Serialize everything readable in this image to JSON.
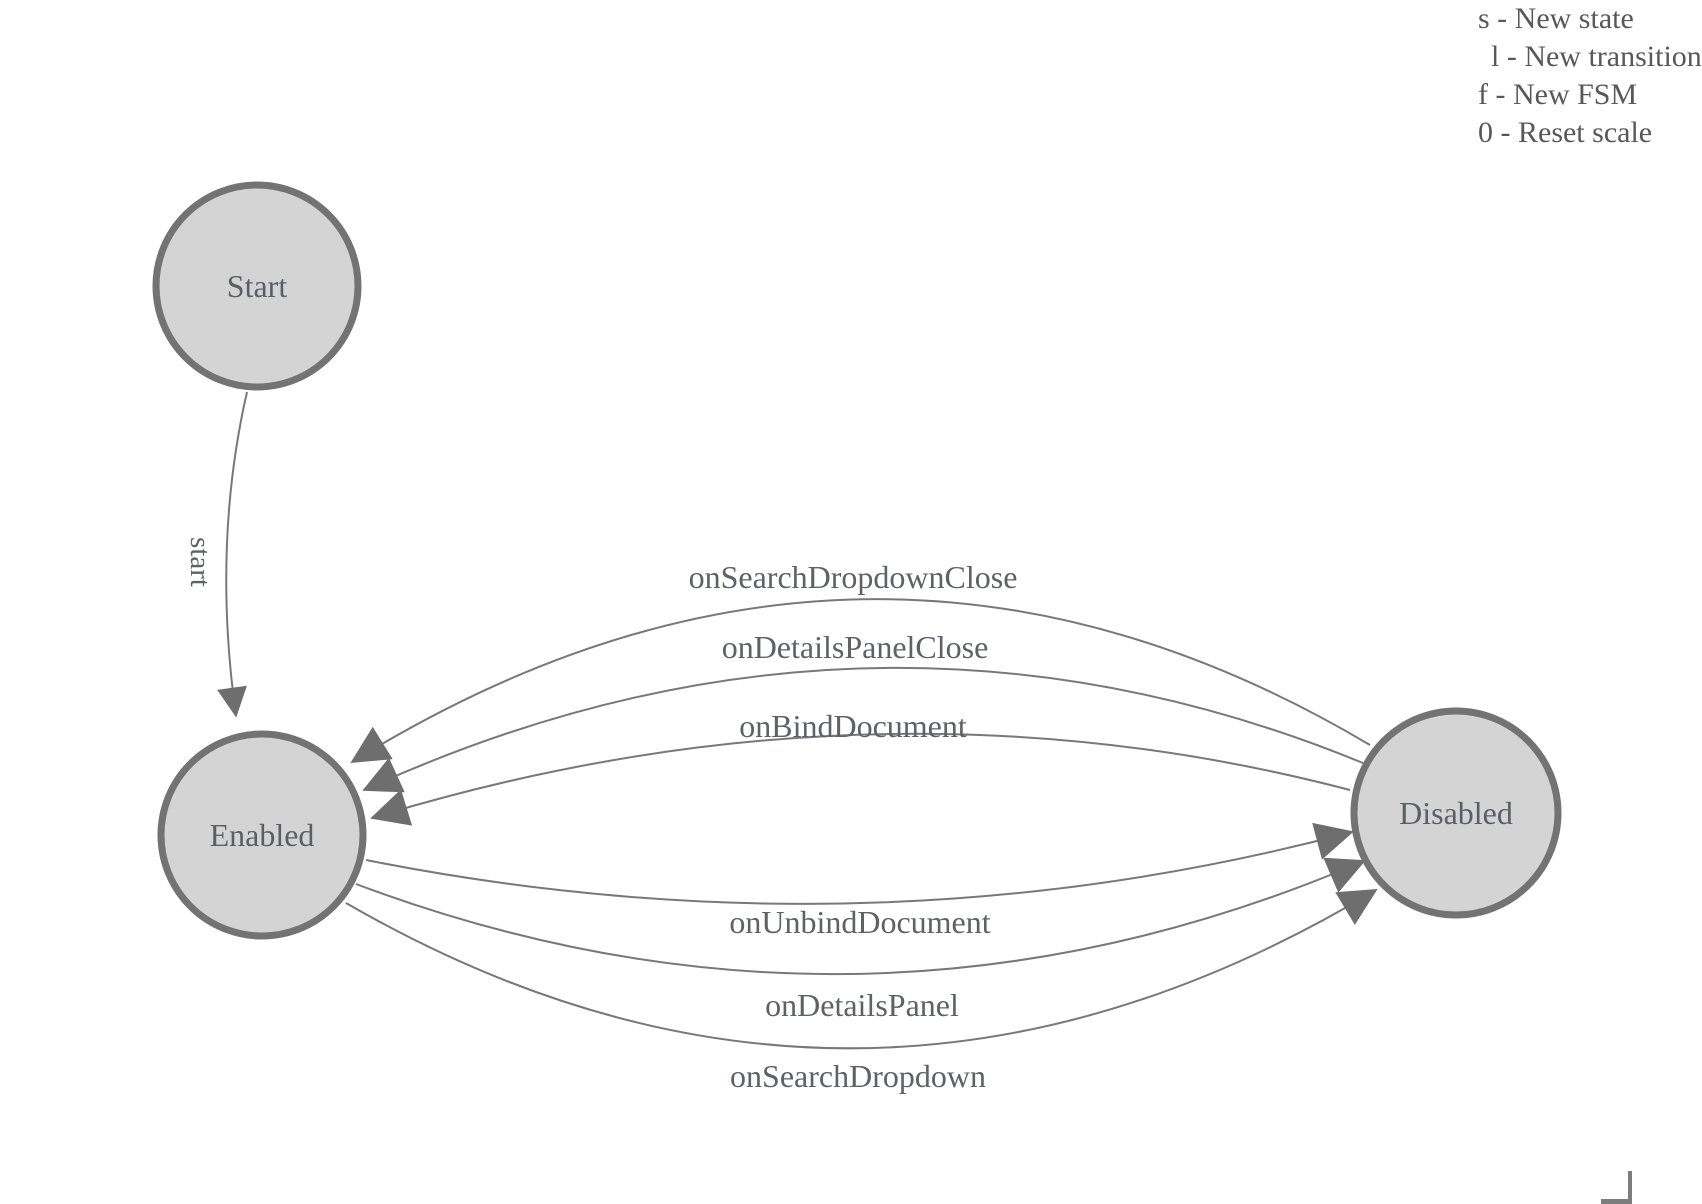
{
  "legend": {
    "lines": [
      {
        "label": "s - New state"
      },
      {
        "label": "l - New transition"
      },
      {
        "label": "f - New FSM"
      },
      {
        "label": "0 - Reset scale"
      }
    ]
  },
  "diagram": {
    "states": [
      {
        "id": "start",
        "label": "Start"
      },
      {
        "id": "enabled",
        "label": "Enabled"
      },
      {
        "id": "disabled",
        "label": "Disabled"
      }
    ],
    "transitions": [
      {
        "label": "start",
        "from": "Start",
        "to": "Enabled"
      },
      {
        "label": "onSearchDropdownClose",
        "from": "Disabled",
        "to": "Enabled"
      },
      {
        "label": "onDetailsPanelClose",
        "from": "Disabled",
        "to": "Enabled"
      },
      {
        "label": "onBindDocument",
        "from": "Disabled",
        "to": "Enabled"
      },
      {
        "label": "onUnbindDocument",
        "from": "Enabled",
        "to": "Disabled"
      },
      {
        "label": "onDetailsPanel",
        "from": "Enabled",
        "to": "Disabled"
      },
      {
        "label": "onSearchDropdown",
        "from": "Enabled",
        "to": "Disabled"
      }
    ],
    "colors": {
      "background": "#ffffff",
      "node_fill": "#d4d4d4",
      "node_stroke": "#737373",
      "edge_stroke": "#787878",
      "arrowhead": "#6e6e6e",
      "text": "#5e6165"
    }
  }
}
